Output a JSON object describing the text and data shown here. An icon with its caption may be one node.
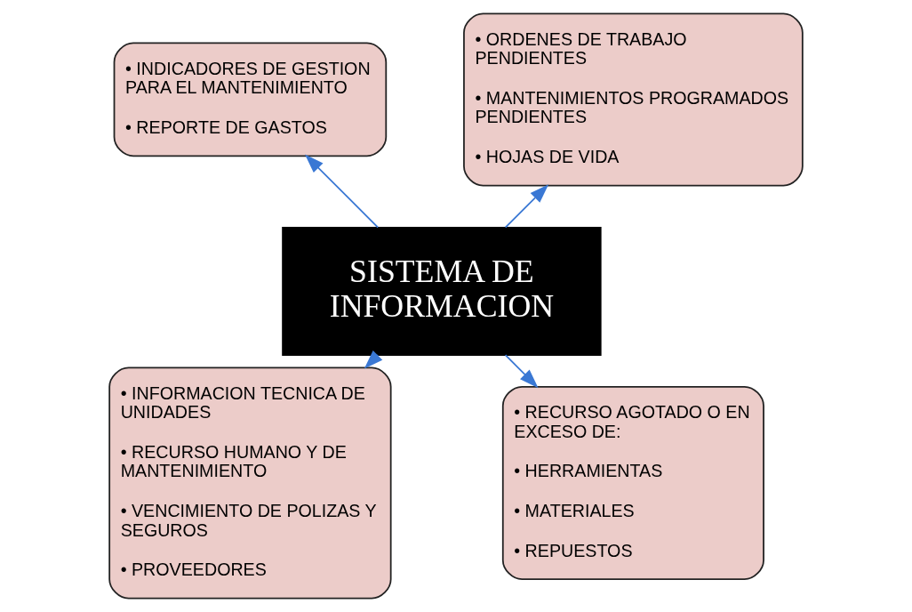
{
  "diagram": {
    "nodes": [
      {
        "text": [
          "SISTEMA DE INFORMACION"
        ]
      },
      {
        "text": [
          "• ORDENES DE TRABAJO PENDIENTES",
          "• MANTENIMIENTOS PROGRAMADOS PENDIENTES",
          "• HOJAS DE VIDA"
        ]
      },
      {
        "text": [
          "• INDICADORES DE GESTION PARA EL MANTENIMIENTO",
          "• REPORTE DE GASTOS"
        ]
      },
      {
        "text": [
          "• INFORMACION TECNICA DE UNIDADES",
          "• RECURSO HUMANO Y DE MANTENIMIENTO",
          "• VENCIMIENTO DE POLIZAS Y SEGUROS",
          "• PROVEEDORES"
        ]
      },
      {
        "text": [
          "• RECURSO AGOTADO O EN EXCESO DE:",
          "• HERRAMIENTAS",
          "• MATERIALES",
          "• REPUESTOS"
        ]
      }
    ],
    "edges": [
      {
        "from": 0,
        "to": 1,
        "arrow": "to"
      },
      {
        "from": 0,
        "to": 2,
        "arrow": "to"
      },
      {
        "from": 0,
        "to": 3,
        "arrow": "to"
      },
      {
        "from": 0,
        "to": 4,
        "arrow": "to"
      }
    ]
  }
}
